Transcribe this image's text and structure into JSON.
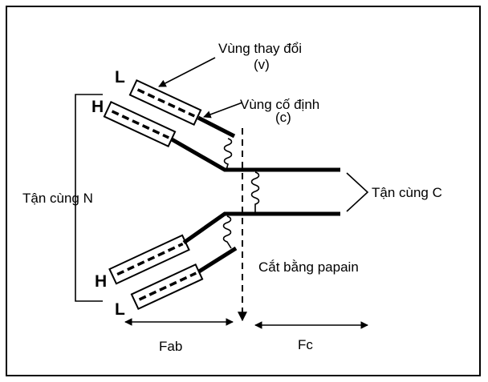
{
  "labels": {
    "variable_region": "Vùng thay đổi",
    "variable_code": "(v)",
    "constant_region": "Vùng cố định",
    "constant_code": "(c)",
    "n_terminal": "Tận cùng N",
    "c_terminal": "Tận cùng C",
    "papain_cleavage": "Cắt bằng papain",
    "fab": "Fab",
    "fc": "Fc",
    "heavy_top": "H",
    "light_top": "L",
    "heavy_bottom": "H",
    "light_bottom": "L"
  }
}
